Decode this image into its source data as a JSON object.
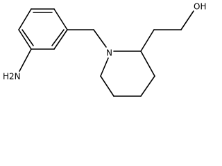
{
  "molecule": {
    "atoms": {
      "amine": "H2N",
      "ring_nitrogen": "N",
      "hydroxyl": "OH"
    },
    "colors": {
      "bond": "#000000",
      "label": "#000000",
      "background": "#ffffff"
    }
  }
}
